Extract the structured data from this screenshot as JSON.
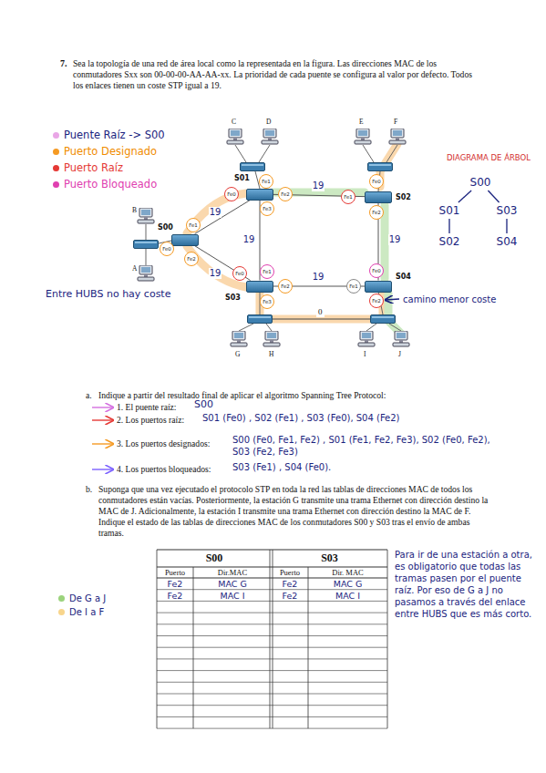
{
  "diagram": {
    "nodes": [
      {
        "text": [
          "S00"
        ]
      },
      {
        "text": [
          "S01"
        ]
      },
      {
        "text": [
          "S02"
        ]
      },
      {
        "text": [
          "S03"
        ]
      },
      {
        "text": [
          "S04"
        ]
      },
      {
        "text": [
          "S00"
        ]
      },
      {
        "text": [
          "S01"
        ]
      },
      {
        "text": [
          "S03"
        ]
      },
      {
        "text": [
          "S02"
        ]
      },
      {
        "text": [
          "S04"
        ]
      }
    ],
    "edges": [
      {
        "from": 0,
        "to": 1,
        "arrow": "none",
        "label": "19"
      },
      {
        "from": 0,
        "to": 3,
        "arrow": "none",
        "label": "19"
      },
      {
        "from": 1,
        "to": 2,
        "arrow": "none",
        "label": "19"
      },
      {
        "from": 1,
        "to": 3,
        "arrow": "none",
        "label": "19"
      },
      {
        "from": 2,
        "to": 4,
        "arrow": "none",
        "label": "19"
      },
      {
        "from": 3,
        "to": 4,
        "arrow": "none",
        "label": "19"
      },
      {
        "from": 5,
        "to": 6,
        "arrow": "none"
      },
      {
        "from": 5,
        "to": 7,
        "arrow": "none"
      },
      {
        "from": 6,
        "to": 8,
        "arrow": "none"
      },
      {
        "from": 7,
        "to": 9,
        "arrow": "none"
      }
    ],
    "labels": [
      "7.",
      "Sea la topología de una red de área local como la representada en la figura. Las direcciones MAC de los conmutadores Sxx son 00-00-00-AA-AA-xx. La prioridad de cada puente se configura al valor por defecto. Todos los enlaces tienen un coste STP igual a 19.",
      "DIAGRAMA DE ÁRBOL",
      "C",
      "D",
      "E",
      "F",
      "B",
      "A",
      "G",
      "H",
      "I",
      "J",
      "Fe0",
      "Fe1",
      "Fe2",
      "Fe0",
      "Fe1",
      "Fe2",
      "Fe3",
      "Fe0",
      "Fe1",
      "Fe2",
      "Fe0",
      "Fe1",
      "Fe2",
      "Fe3",
      "Fe0",
      "Fe1",
      "Fe2",
      "0",
      "Entre HUBS no hay coste",
      "camino menor coste",
      "a.",
      "Indique a partir del resultado final de aplicar el algoritmo Spanning Tree Protocol:",
      "1. El puente raíz:",
      "S00",
      "2. Los puertos raíz:",
      "S01 (Fe0) , S02 (Fe1) , S03 (Fe0), S04 (Fe2)",
      "3. Los puertos designados:",
      "S00 (Fe0, Fe1, Fe2) , S01 (Fe1, Fe2, Fe3), S02 (Fe0, Fe2), S03 (Fe2, Fe3)",
      "4. Los puertos bloqueados:",
      "S03 (Fe1) , S04 (Fe0).",
      "b.",
      "Suponga que una vez ejecutado el protocolo STP en toda la red las tablas de direcciones MAC de todos los conmutadores están vacías. Posteriormente, la estación G transmite una trama Ethernet con dirección destino la MAC de J. Adicionalmente, la estación I transmite una trama Ethernet con dirección destino la MAC de F. Indique el estado de las tablas de direcciones MAC de los conmutadores S00 y S03 tras el envío de ambas tramas.",
      "S00",
      "S03",
      "Puerto",
      "Dir.MAC",
      "Puerto",
      "Dir. MAC",
      "Fe2",
      "MAC G",
      "Fe2",
      "MAC G",
      "Fe2",
      "MAC I",
      "Fe2",
      "MAC I",
      "Para ir de una estación a otra, es obligatorio que todas las tramas pasen por el puente raíz. Por eso de G a J no pasamos a través del enlace entre HUBS que es más corto."
    ],
    "legend": [
      {
        "text": "Puente Raíz -> S00",
        "color": "#e9a6e6"
      },
      {
        "text": "Puerto Designado",
        "color": "#f59a23"
      },
      {
        "text": "Puerto Raíz",
        "color": "#e53935"
      },
      {
        "text": "Puerto Bloqueado",
        "color": "#e040b0"
      },
      {
        "text": "De G a J",
        "color": "#9bd37c"
      },
      {
        "text": "De I a F",
        "color": "#f8d58c"
      }
    ]
  }
}
